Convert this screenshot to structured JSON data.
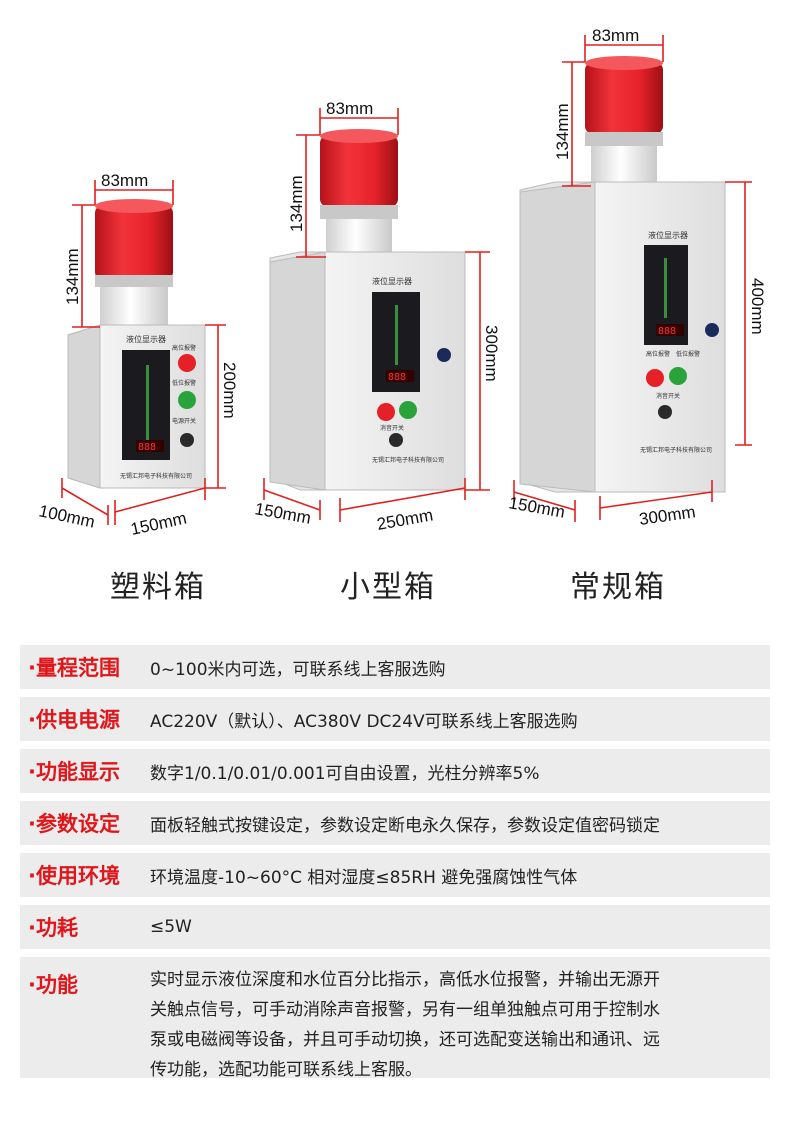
{
  "products": [
    {
      "caption": "塑料箱",
      "dims": {
        "lamp_width": "83mm",
        "lamp_height": "134mm",
        "height": "200mm",
        "depth": "100mm",
        "width": "150mm"
      },
      "panel": {
        "title": "液位显示器",
        "brand": "无锡汇邦电子科技有限公司",
        "btn1": "高位报警",
        "btn2": "低位报警",
        "switch": "电源开关"
      }
    },
    {
      "caption": "小型箱",
      "dims": {
        "lamp_width": "83mm",
        "lamp_height": "134mm",
        "height": "300mm",
        "depth": "150mm",
        "width": "250mm"
      },
      "panel": {
        "title": "液位显示器",
        "brand": "无锡汇邦电子科技有限公司",
        "switch": "消音开关"
      }
    },
    {
      "caption": "常规箱",
      "dims": {
        "lamp_width": "83mm",
        "lamp_height": "134mm",
        "height": "400mm",
        "depth": "150mm",
        "width": "300mm"
      },
      "panel": {
        "title": "液位显示器",
        "brand": "无锡汇邦电子科技有限公司",
        "btn1": "高位报警",
        "btn2": "低位报警",
        "switch": "消音开关"
      }
    }
  ],
  "specs": [
    {
      "label": "量程范围",
      "value": "0~100米内可选，可联系线上客服选购"
    },
    {
      "label": "供电电源",
      "value": "AC220V（默认）、AC380V DC24V可联系线上客服选购"
    },
    {
      "label": "功能显示",
      "value": "数字1/0.1/0.01/0.001可自由设置，光柱分辨率5%"
    },
    {
      "label": "参数设定",
      "value": "面板轻触式按键设定，参数设定断电永久保存，参数设定值密码锁定"
    },
    {
      "label": "使用环境",
      "value": "环境温度-10~60°C 相对湿度≤85RH 避免强腐蚀性气体"
    },
    {
      "label": "功耗",
      "value": "≤5W"
    },
    {
      "label": "功能",
      "lines": [
        "实时显示液位深度和水位百分比指示，高低水位报警，并输出无源开",
        "关触点信号，可手动消除声音报警，另有一组单独触点可用于控制水",
        "泵或电磁阀等设备，并且可手动切换，还可选配变送输出和通讯、远",
        "传功能，选配功能可联系线上客服。"
      ]
    }
  ],
  "bullet": "·",
  "colors": {
    "accent": "#e0161b",
    "row_bg": "#ececec",
    "lamp": "#e8262c",
    "dim_line": "#e02020"
  }
}
